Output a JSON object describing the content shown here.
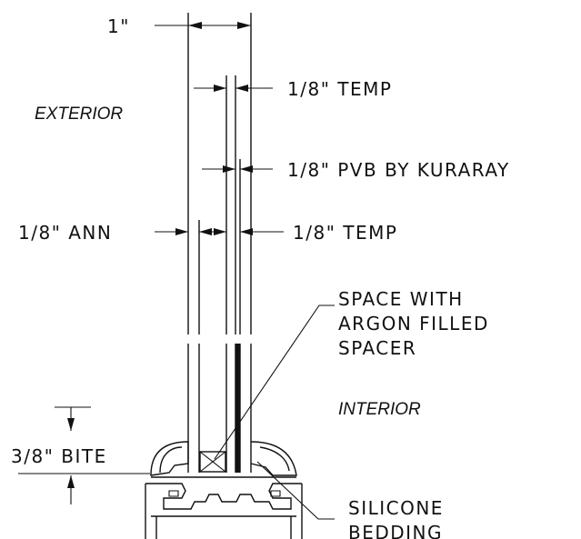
{
  "labels": {
    "exterior": "EXTERIOR",
    "interior": "INTERIOR",
    "dim_overall": "1\"",
    "temp_outer": "1/8\"  TEMP",
    "pvb": "1/8\"  PVB  BY  KURARAY",
    "ann": "1/8\"  ANN",
    "temp_inner": "1/8\"  TEMP",
    "space_line1": "SPACE  WITH",
    "space_line2": "ARGON  FILLED",
    "space_line3": "SPACER",
    "bite": "3/8\"  BITE",
    "silicone_line1": "SILICONE",
    "silicone_line2": "BEDDING"
  },
  "colors": {
    "ink": "#111111",
    "background": "#ffffff"
  }
}
